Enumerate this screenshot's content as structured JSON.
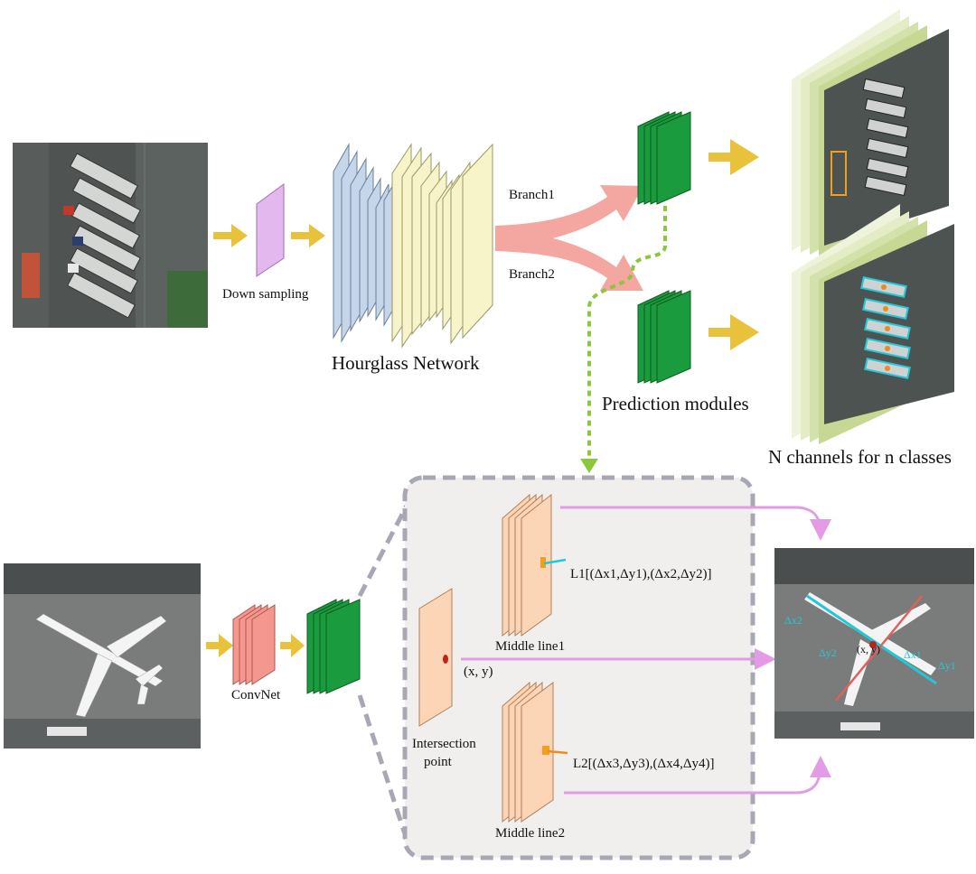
{
  "labels": {
    "down_sampling": "Down sampling",
    "hourglass_network": "Hourglass Network",
    "branch1": "Branch1",
    "branch2": "Branch2",
    "prediction_modules": "Prediction modules",
    "n_channels": "N channels for n classes",
    "convnet": "ConvNet",
    "middle_line1": "Middle line1",
    "middle_line2": "Middle line2",
    "intersection_point_line1": "Intersection",
    "intersection_point_line2": "point",
    "xy": "(x, y)",
    "l1": "L1[(Δx1,Δy1),(Δx2,Δy2)]",
    "l2": "L2[(Δx3,Δy3),(Δx4,Δy4)]",
    "output_xy": "(x, y)",
    "output_dx2": "Δx2",
    "output_dy2": "Δy2",
    "output_dx1": "Δx1",
    "output_dy1": "Δy1"
  },
  "colors": {
    "yellow_arrow": "#e8c23a",
    "down_sampling_block": "#e2b8ee",
    "hourglass_blue": "#c5d6ea",
    "hourglass_yellow": "#f6f4c8",
    "branch_arrow": "#f4a6a0",
    "prediction_green": "#1a9c3e",
    "dotted_green": "#8cc63f",
    "convnet_red": "#f4978e",
    "feature_orange": "#fbd5b5",
    "panel_fill": "#f1efed",
    "panel_border": "#a8a8b4",
    "pink_arrow": "#e39be6",
    "cyan_mark": "#22c8d8",
    "red_mark": "#e0605a"
  },
  "icons": {
    "aerial_trucks": "aerial-trucks-image",
    "aerial_airplane": "aerial-airplane-image",
    "output_heatmap": "heatmap-stack-image",
    "output_detection": "detection-stack-image",
    "output_airplane": "airplane-result-image"
  }
}
